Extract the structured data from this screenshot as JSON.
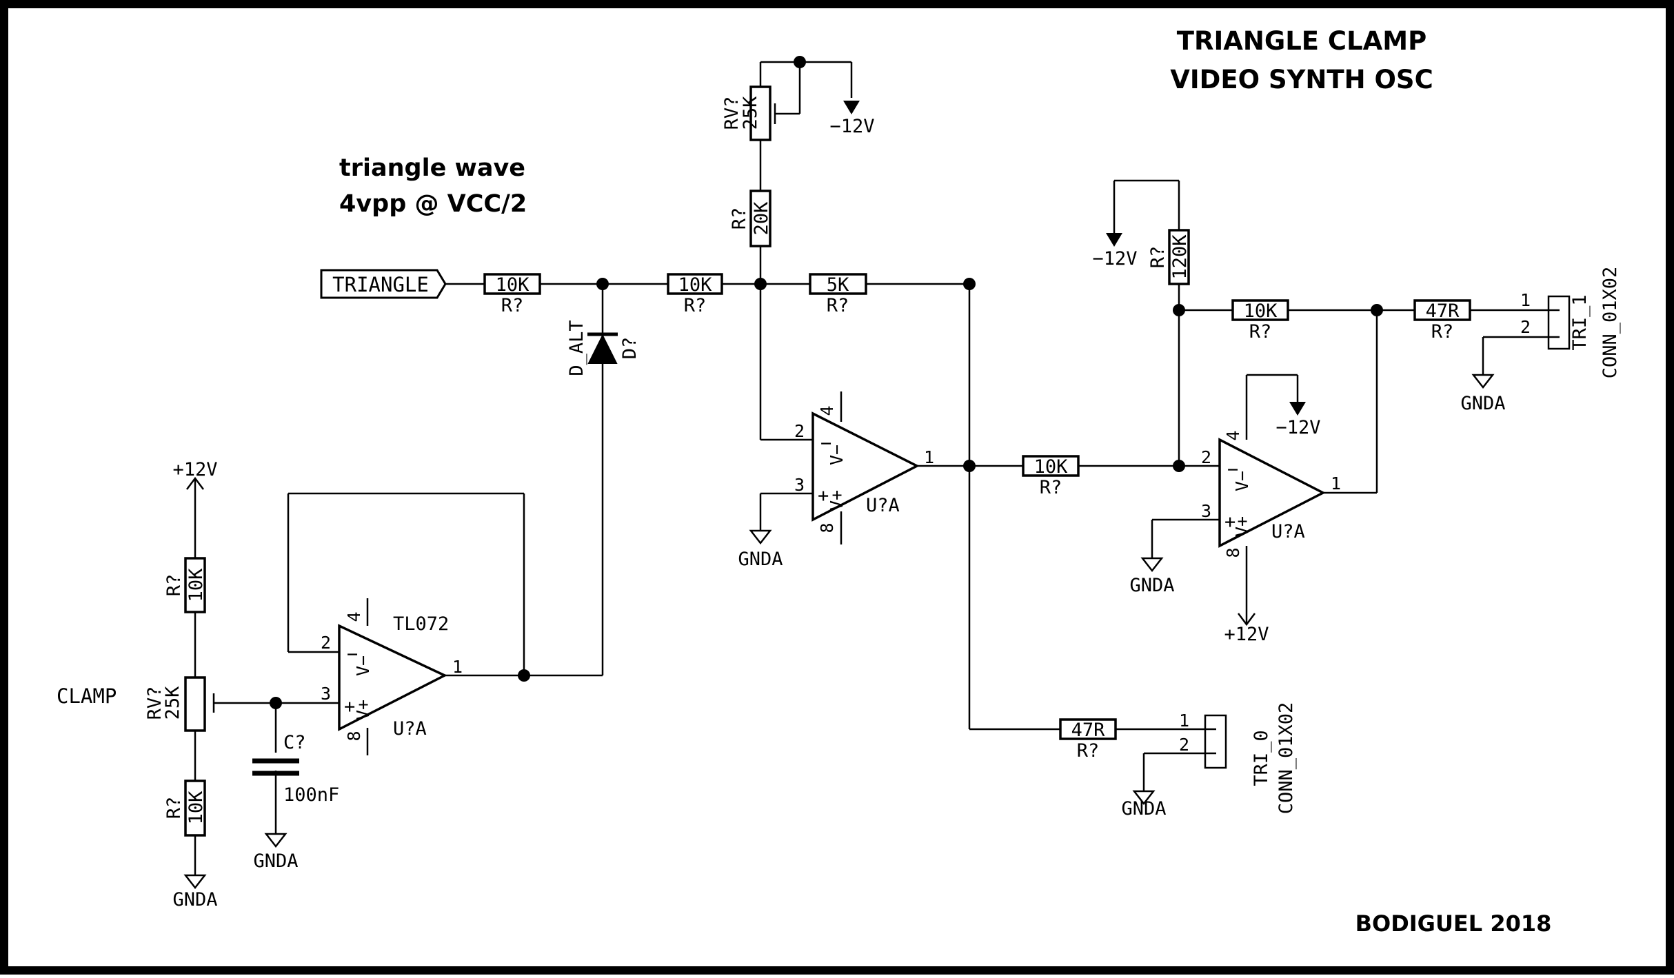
{
  "title": {
    "line1": "TRIANGLE CLAMP",
    "line2": "VIDEO SYNTH OSC"
  },
  "note": {
    "line1": "triangle wave",
    "line2": "4vpp @ VCC/2"
  },
  "credit": "BODIGUEL 2018",
  "input_label": "TRIANGLE",
  "clamp_label": "CLAMP",
  "resistors": {
    "r_in": {
      "value": "10K",
      "ref": "R?"
    },
    "r_mid": {
      "value": "10K",
      "ref": "R?"
    },
    "r_5k": {
      "value": "5K",
      "ref": "R?"
    },
    "r_20k": {
      "value": "20K",
      "ref": "R?"
    },
    "r_120k": {
      "value": "120K",
      "ref": "R?"
    },
    "r_fb2": {
      "value": "10K",
      "ref": "R?"
    },
    "r_out1": {
      "value": "47R",
      "ref": "R?"
    },
    "r_stage2": {
      "value": "10K",
      "ref": "R?"
    },
    "r_out0": {
      "value": "47R",
      "ref": "R?"
    },
    "r_div_top": {
      "value": "10K",
      "ref": "R?"
    },
    "r_div_bot": {
      "value": "10K",
      "ref": "R?"
    }
  },
  "pots": {
    "rv_top": {
      "ref": "RV?",
      "value": "25K"
    },
    "rv_clamp": {
      "ref": "RV?",
      "value": "25K"
    }
  },
  "diode": {
    "ref": "D?",
    "value": "D_ALT"
  },
  "capacitor": {
    "ref": "C?",
    "value": "100nF"
  },
  "opamps": {
    "u_clamp": {
      "ref": "U?A",
      "part": "TL072"
    },
    "u_mid": {
      "ref": "U?A"
    },
    "u_right": {
      "ref": "U?A"
    }
  },
  "pins": {
    "p1": "1",
    "p2": "2",
    "p3": "3",
    "p4": "4",
    "p8": "8"
  },
  "opamp_marks": {
    "minus": "−",
    "plus": "+",
    "vneg": "V−",
    "vpos": "V+"
  },
  "connectors": {
    "tri_1": {
      "ref": "TRI_1",
      "value": "CONN_01X02"
    },
    "tri_0": {
      "ref": "TRI_0",
      "value": "CONN_01X02"
    }
  },
  "power": {
    "neg12": "−12V",
    "pos12": "+12V",
    "gnda": "GNDA"
  }
}
